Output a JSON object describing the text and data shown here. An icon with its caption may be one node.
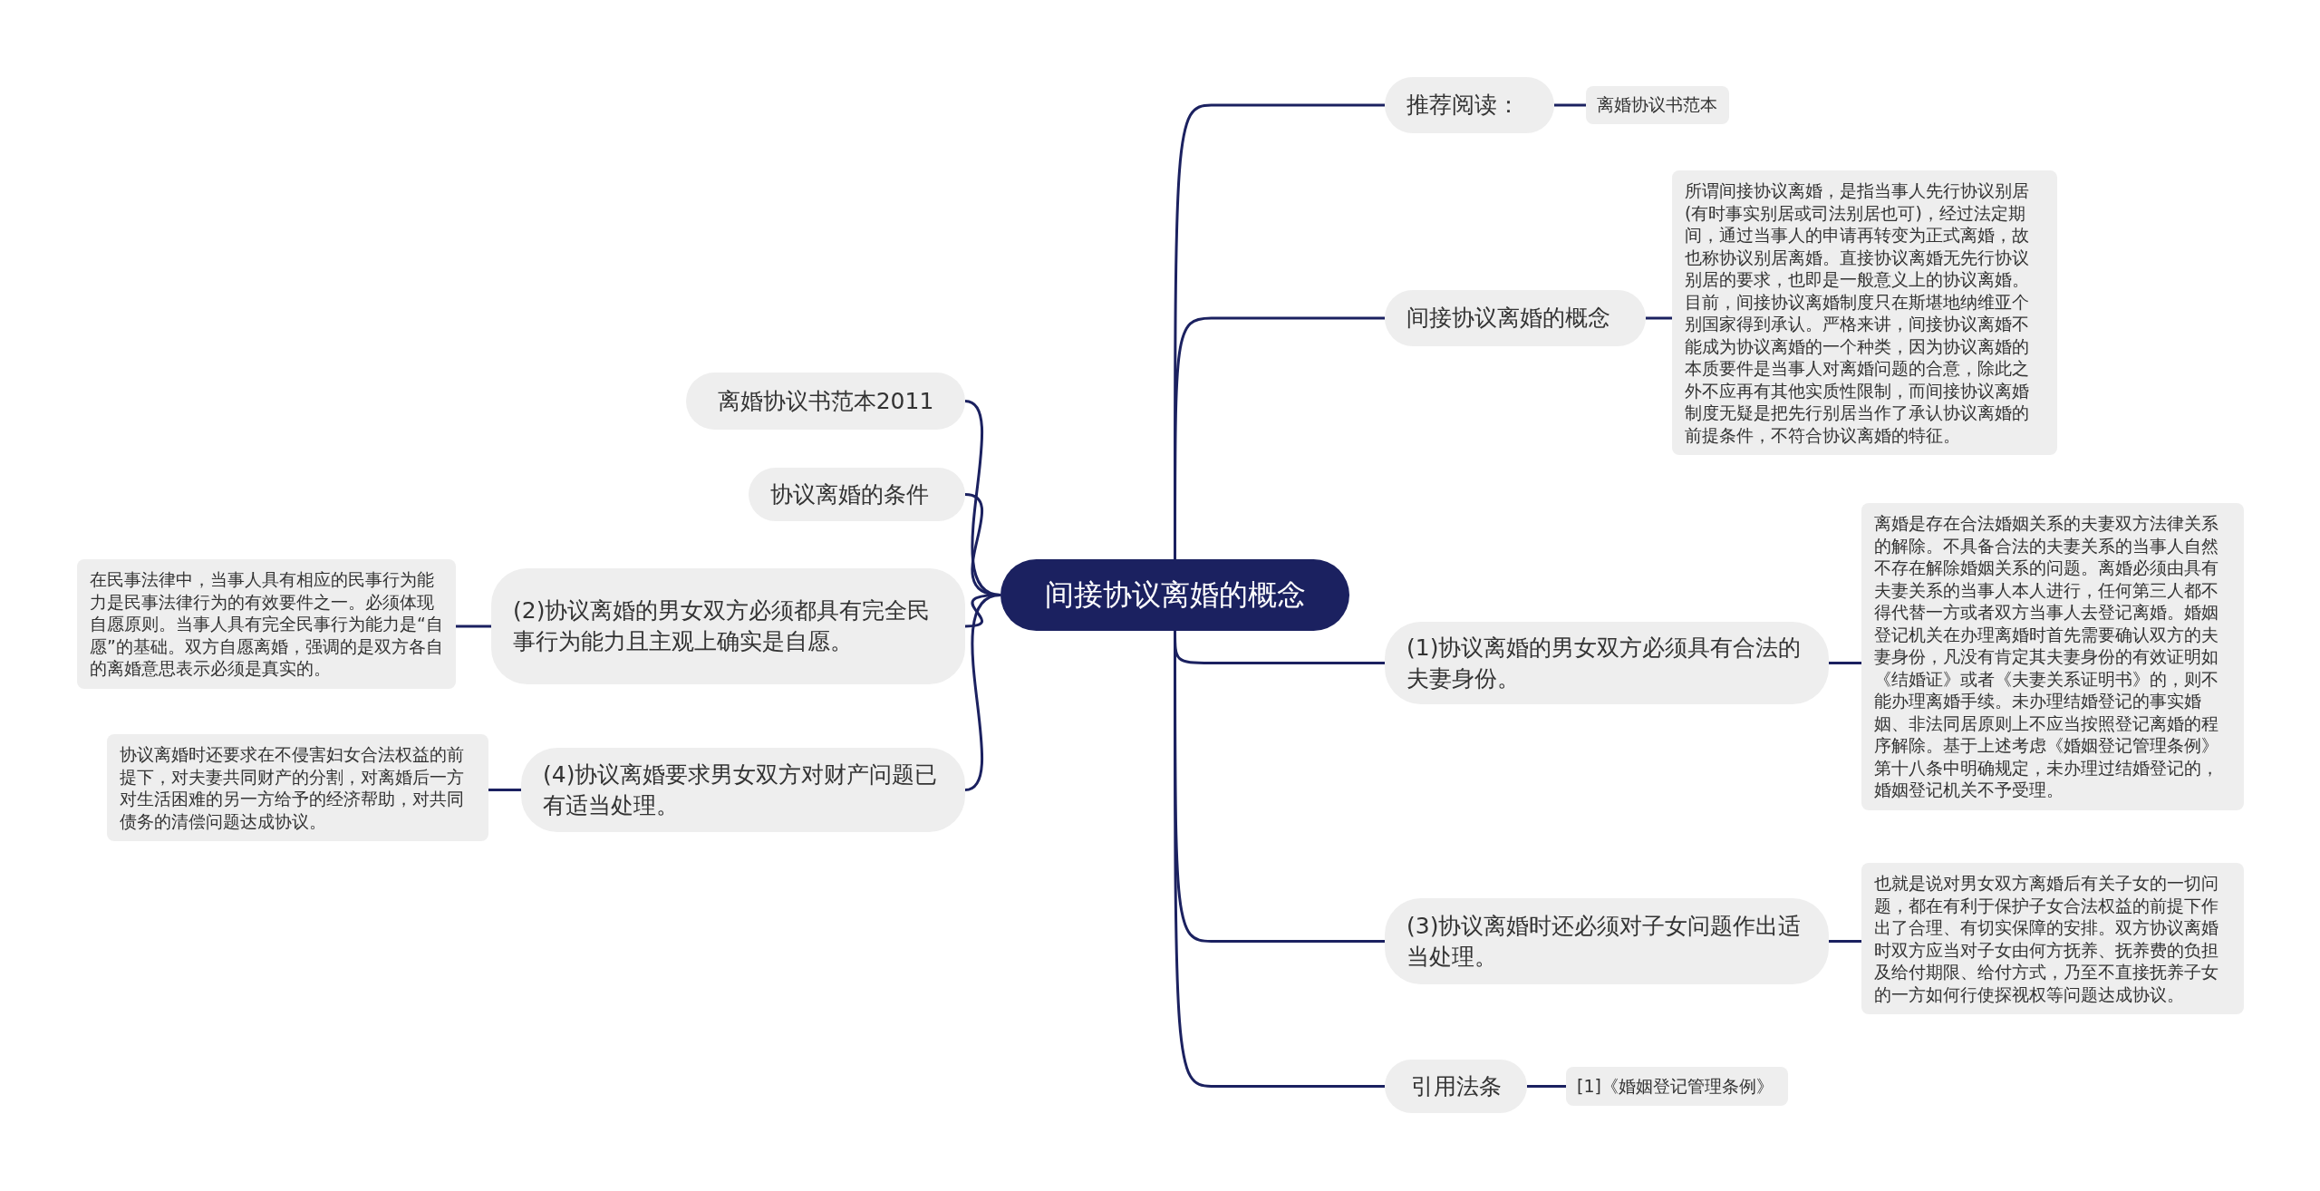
{
  "diagram": {
    "nodes": [
      {
        "text": [
          "间接协议离婚的概念"
        ]
      },
      {
        "text": [
          "推荐阅读："
        ]
      },
      {
        "text": [
          "离婚协议书范本"
        ]
      },
      {
        "text": [
          "间接协议离婚的概念"
        ]
      },
      {
        "text": [
          "所谓间接协议离婚，是指当事人先行协议别居(有时事实别居或司法别居也可)，经过法定期间，通过当事人的申请再转变为正式离婚，故也称协议别居离婚。直接协议离婚无先行协议别居的要求，也即是一般意义上的协议离婚。目前，间接协议离婚制度只在斯堪地纳维亚个别国家得到承认。严格来讲，间接协议离婚不能成为协议离婚的一个种类，因为协议离婚的本质要件是当事人对离婚问题的合意，除此之外不应再有其他实质性限制，而间接协议离婚制度无疑是把先行别居当作了承认协议离婚的前提条件，不符合协议离婚的特征。"
        ]
      },
      {
        "text": [
          "(1)协议离婚的男女双方必须具有合法的夫妻身份。"
        ]
      },
      {
        "text": [
          "离婚是存在合法婚姻关系的夫妻双方法律关系的解除。不具备合法的夫妻关系的当事人自然不存在解除婚姻关系的问题。离婚必须由具有夫妻关系的当事人本人进行，任何第三人都不得代替一方或者双方当事人去登记离婚。婚姻登记机关在办理离婚时首先需要确认双方的夫妻身份，凡没有肯定其夫妻身份的有效证明如《结婚证》或者《夫妻关系证明书》的，则不能办理离婚手续。未办理结婚登记的事实婚姻、非法同居原则上不应当按照登记离婚的程序解除。基于上述考虑《婚姻登记管理条例》第十八条中明确规定，未办理过结婚登记的，婚姻登记机关不予受理。"
        ]
      },
      {
        "text": [
          "(3)协议离婚时还必须对子女问题作出适当处理。"
        ]
      },
      {
        "text": [
          "也就是说对男女双方离婚后有关子女的一切问题，都在有利于保护子女合法权益的前提下作出了合理、有切实保障的安排。双方协议离婚时双方应当对子女由何方抚养、抚养费的负担及给付期限、给付方式，乃至不直接抚养子女的一方如何行使探视权等问题达成协议。"
        ]
      },
      {
        "text": [
          "引用法条"
        ]
      },
      {
        "text": [
          "[1]《婚姻登记管理条例》"
        ]
      },
      {
        "text": [
          "离婚协议书范本2011"
        ]
      },
      {
        "text": [
          "协议离婚的条件"
        ]
      },
      {
        "text": [
          "(2)协议离婚的男女双方必须都具有完全民事行为能力且主观上确实是自愿。"
        ]
      },
      {
        "text": [
          "在民事法律中，当事人具有相应的民事行为能力是民事法律行为的有效要件之一。必须体现自愿原则。当事人具有完全民事行为能力是“自愿”的基础。双方自愿离婚，强调的是双方各自的离婚意思表示必须是真实的。"
        ]
      },
      {
        "text": [
          "(4)协议离婚要求男女双方对财产问题已有适当处理。"
        ]
      },
      {
        "text": [
          "协议离婚时还要求在不侵害妇女合法权益的前提下，对夫妻共同财产的分割，对离婚后一方对生活困难的另一方给予的经济帮助，对共同债务的清偿问题达成协议。"
        ]
      }
    ],
    "edges": [
      {
        "from": 0,
        "to": 1,
        "arrow": "none"
      },
      {
        "from": 1,
        "to": 2,
        "arrow": "none"
      },
      {
        "from": 0,
        "to": 3,
        "arrow": "none"
      },
      {
        "from": 3,
        "to": 4,
        "arrow": "none"
      },
      {
        "from": 0,
        "to": 5,
        "arrow": "none"
      },
      {
        "from": 5,
        "to": 6,
        "arrow": "none"
      },
      {
        "from": 0,
        "to": 7,
        "arrow": "none"
      },
      {
        "from": 7,
        "to": 8,
        "arrow": "none"
      },
      {
        "from": 0,
        "to": 9,
        "arrow": "none"
      },
      {
        "from": 9,
        "to": 10,
        "arrow": "none"
      },
      {
        "from": 0,
        "to": 11,
        "arrow": "none"
      },
      {
        "from": 0,
        "to": 12,
        "arrow": "none"
      },
      {
        "from": 0,
        "to": 13,
        "arrow": "none"
      },
      {
        "from": 13,
        "to": 14,
        "arrow": "none"
      },
      {
        "from": 0,
        "to": 15,
        "arrow": "none"
      },
      {
        "from": 15,
        "to": 16,
        "arrow": "none"
      }
    ]
  }
}
